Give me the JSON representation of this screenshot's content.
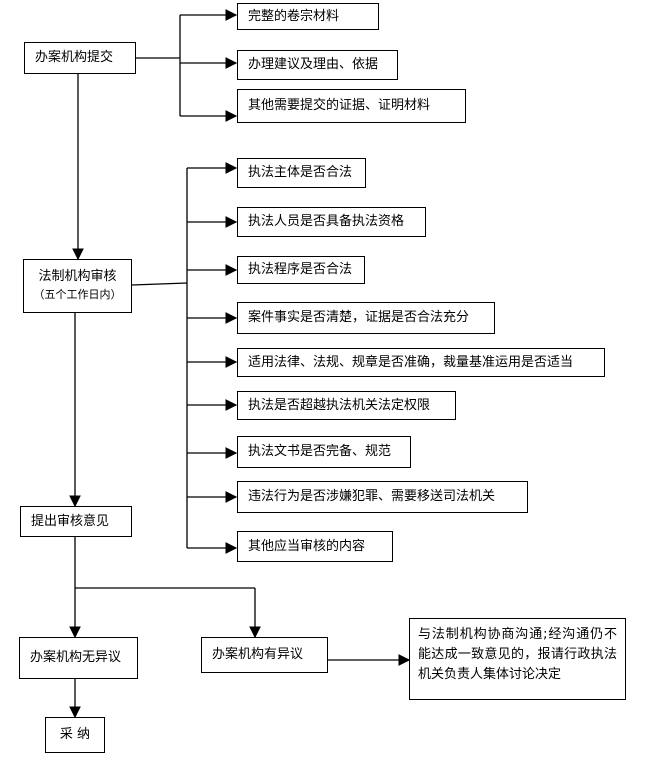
{
  "stage1": {
    "label": "办案机构提交",
    "items": [
      "完整的卷宗材料",
      "办理建议及理由、依据",
      "其他需要提交的证据、证明材料"
    ]
  },
  "stage2": {
    "label": "法制机构审核",
    "sublabel": "（五个工作日内）",
    "items": [
      "执法主体是否合法",
      "执法人员是否具备执法资格",
      "执法程序是否合法",
      "案件事实是否清楚，证据是否合法充分",
      "适用法律、法规、规章是否准确，裁量基准运用是否适当",
      "执法是否超越执法机关法定权限",
      "执法文书是否完备、规范",
      "违法行为是否涉嫌犯罪、需要移送司法机关",
      "其他应当审核的内容"
    ]
  },
  "stage3": {
    "label": "提出审核意见"
  },
  "branch_no_objection": {
    "label": "办案机构无异议"
  },
  "branch_objection": {
    "label": "办案机构有异议",
    "note": "与法制机构协商沟通;经沟通仍不能达成一致意见的，报请行政执法机关负责人集体讨论决定"
  },
  "final": {
    "label": "采 纳"
  }
}
